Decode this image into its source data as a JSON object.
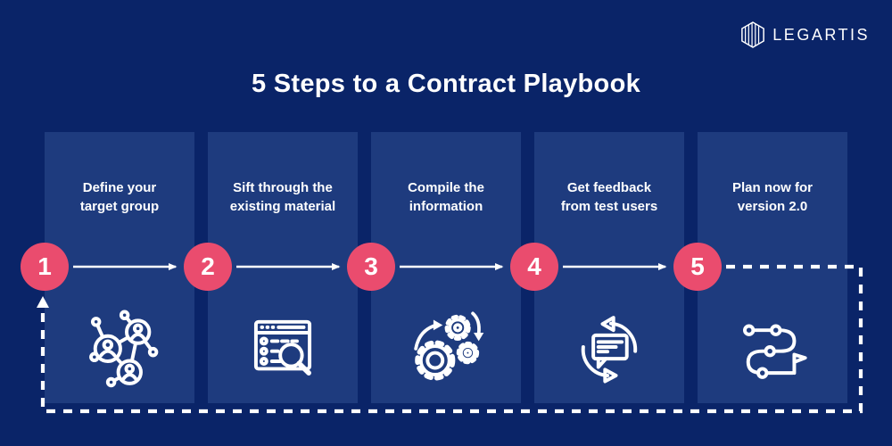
{
  "brand": {
    "name": "LEGARTIS",
    "logo_icon": "hexagon-layers-icon"
  },
  "title": "5 Steps to a Contract Playbook",
  "steps": [
    {
      "number": "1",
      "label": "Define your target group",
      "lines": [
        "Define your",
        "target group"
      ],
      "icon": "network-people-icon"
    },
    {
      "number": "2",
      "label": "Sift through the existing material",
      "lines": [
        "Sift through the",
        "existing material"
      ],
      "icon": "browser-search-icon"
    },
    {
      "number": "3",
      "label": "Compile the information",
      "lines": [
        "Compile the",
        "information"
      ],
      "icon": "gears-process-icon"
    },
    {
      "number": "4",
      "label": "Get feedback from test users",
      "lines": [
        "Get feedback",
        "from test users"
      ],
      "icon": "feedback-chat-cycle-icon"
    },
    {
      "number": "5",
      "label": "Plan now for version 2.0",
      "lines": [
        "Plan now for",
        "version 2.0"
      ],
      "icon": "roadmap-flag-icon"
    }
  ],
  "flow": {
    "forward_connector": "solid-arrow",
    "loopback_connector": "dashed-arrow-from-step-5-to-step-1"
  },
  "colors": {
    "background": "#0A2468",
    "card": "#1E3B7E",
    "accent_pink": "#EA4C6E",
    "foreground": "#FFFFFF"
  }
}
